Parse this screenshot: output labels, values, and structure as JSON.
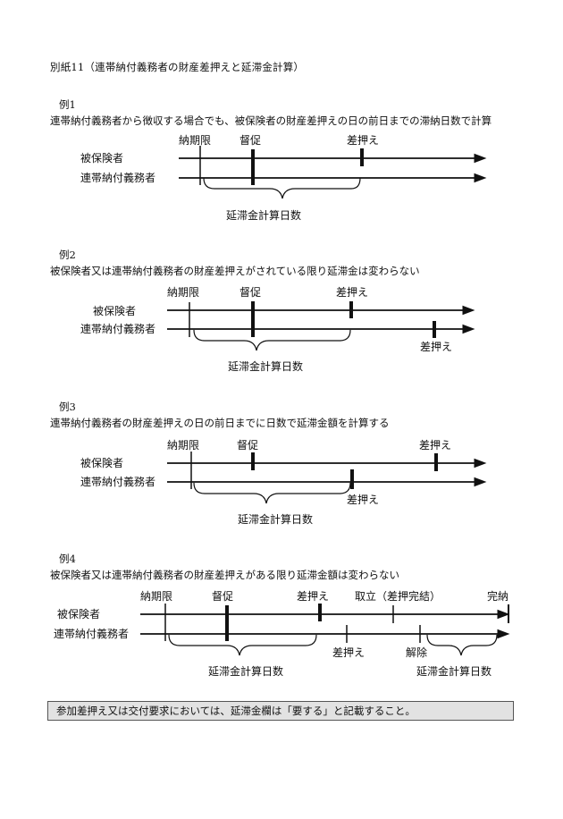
{
  "title": "別紙11（連帯納付義務者の財産差押えと延滞金計算）",
  "labels": {
    "insured": "被保険者",
    "joint": "連帯納付義務者",
    "due": "納期限",
    "demand": "督促",
    "seizure": "差押え",
    "calc_days": "延滞金計算日数",
    "takeover": "取立（差押完結）",
    "complete": "完納",
    "release": "解除"
  },
  "examples": [
    {
      "label": "例1",
      "desc": "連帯納付義務者から徴収する場合でも、被保険者の財産差押えの日の前日までの滞納日数で計算"
    },
    {
      "label": "例2",
      "desc": "被保険者又は連帯納付義務者の財産差押えがされている限り延滞金は変わらない"
    },
    {
      "label": "例3",
      "desc": "連帯納付義務者の財産差押えの日の前日までに日数で延滞金額を計算する"
    },
    {
      "label": "例4",
      "desc": "被保険者又は連帯納付義務者の財産差押えがある限り延滞金額は変わらない"
    }
  ],
  "note": "参加差押え又は交付要求においては、延滞金欄は「要する」と記載すること。"
}
